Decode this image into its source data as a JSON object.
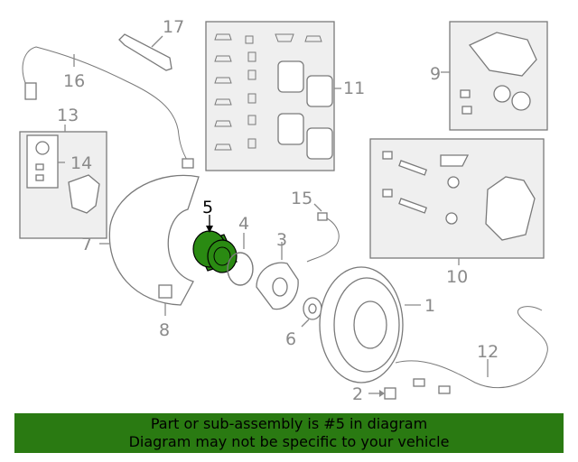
{
  "callouts": {
    "c1": "1",
    "c2": "2",
    "c3": "3",
    "c4": "4",
    "c5": "5",
    "c6": "6",
    "c7": "7",
    "c8": "8",
    "c9": "9",
    "c10": "10",
    "c11": "11",
    "c12": "12",
    "c13": "13",
    "c14": "14",
    "c15": "15",
    "c16": "16",
    "c17": "17"
  },
  "colors": {
    "highlight_fill": "#2a8a12",
    "banner_bg": "#2a7a12",
    "line_gray": "#8a8a8a"
  },
  "banner": {
    "line1": "Part or sub-assembly is #5 in diagram",
    "line2": "Diagram may not be specific to your vehicle"
  }
}
